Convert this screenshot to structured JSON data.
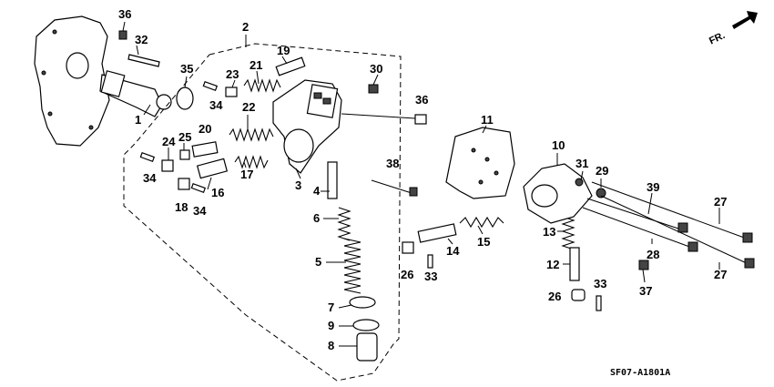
{
  "diagram": {
    "direction_label": "FR.",
    "drawing_code": "SF07-A1801A",
    "callouts": [
      "36",
      "32",
      "35",
      "1",
      "2",
      "19",
      "23",
      "21",
      "34",
      "30",
      "36",
      "22",
      "20",
      "24",
      "25",
      "17",
      "34",
      "3",
      "18",
      "16",
      "34",
      "38",
      "4",
      "6",
      "5",
      "7",
      "9",
      "8",
      "11",
      "10",
      "31",
      "29",
      "39",
      "27",
      "15",
      "14",
      "13",
      "28",
      "26",
      "33",
      "12",
      "27",
      "37",
      "26",
      "33"
    ]
  }
}
